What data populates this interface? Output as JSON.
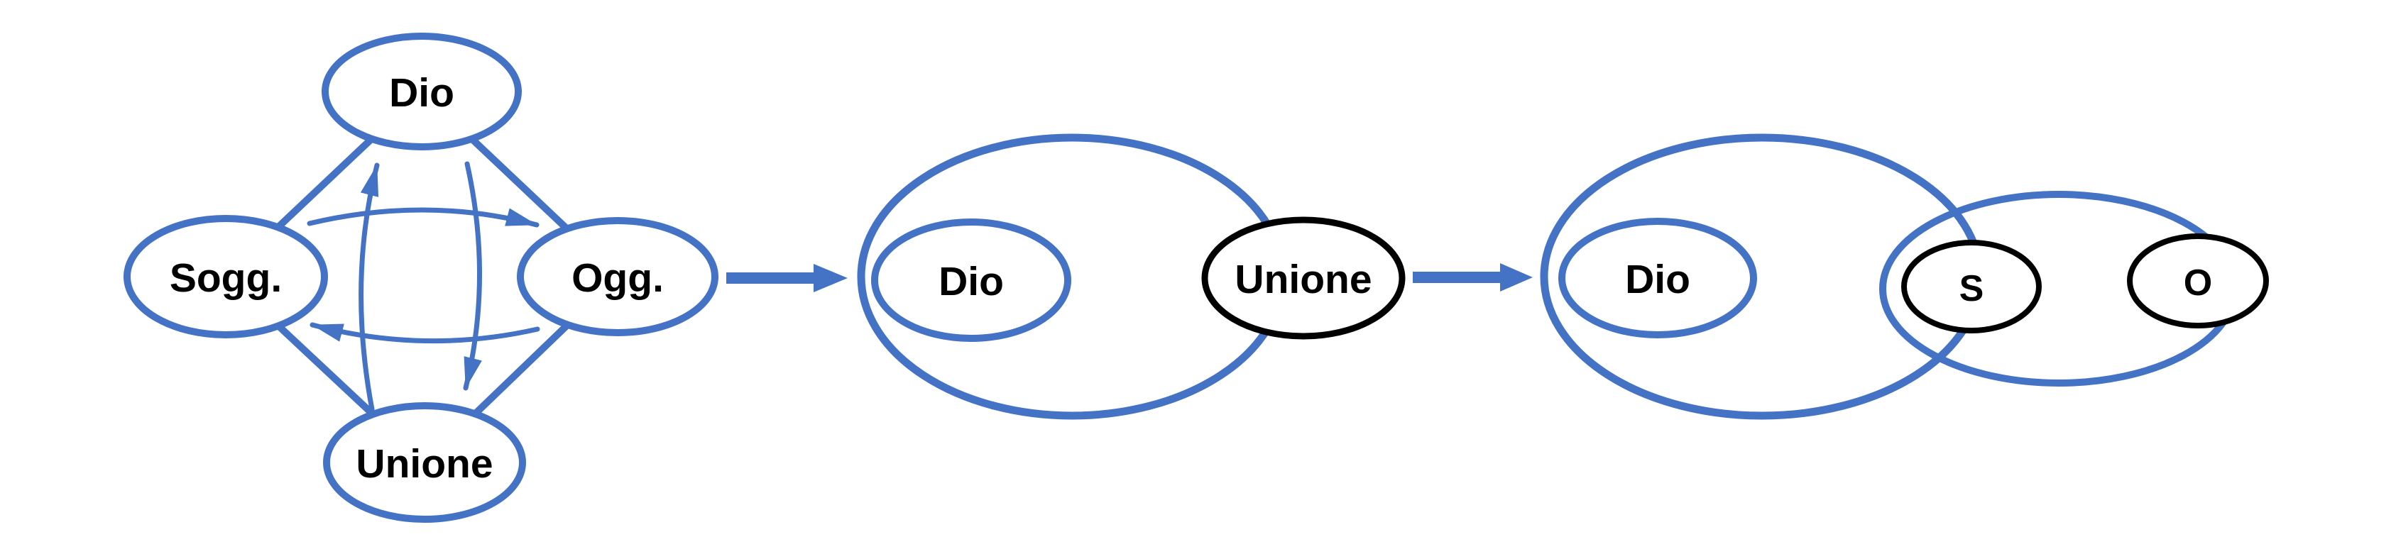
{
  "colors": {
    "accent_blue": "#4472C4",
    "outline_black": "#000000",
    "text": "#000000",
    "background": "#FFFFFF"
  },
  "diagram": {
    "description": "Three-stage diagram of Dio / Soggetto / Oggetto / Unione, read left to right",
    "stage1": {
      "name": "diamond-of-four",
      "nodes": [
        {
          "id": "dio",
          "label": "Dio",
          "outline": "blue"
        },
        {
          "id": "sogg",
          "label": "Sogg.",
          "outline": "blue"
        },
        {
          "id": "ogg",
          "label": "Ogg.",
          "outline": "blue"
        },
        {
          "id": "unione",
          "label": "Unione",
          "outline": "blue"
        }
      ],
      "edges": [
        [
          "dio",
          "sogg"
        ],
        [
          "dio",
          "ogg"
        ],
        [
          "sogg",
          "unione"
        ],
        [
          "ogg",
          "unione"
        ]
      ],
      "cycle_arrows": [
        {
          "from": "unione",
          "to": "dio"
        },
        {
          "from": "dio",
          "to": "unione"
        },
        {
          "from": "sogg",
          "to": "ogg"
        },
        {
          "from": "ogg",
          "to": "sogg"
        }
      ]
    },
    "transition_arrows": [
      {
        "from": "stage1",
        "to": "stage2"
      },
      {
        "from": "stage2",
        "to": "stage3"
      }
    ],
    "stage2": {
      "name": "dio-ellipse-with-unione-on-boundary",
      "outer": {
        "outline": "blue"
      },
      "nodes": [
        {
          "id": "dio",
          "label": "Dio",
          "outline": "blue",
          "position": "inside-left"
        },
        {
          "id": "unione",
          "label": "Unione",
          "outline": "black",
          "position": "on-right-boundary"
        }
      ]
    },
    "stage3": {
      "name": "dio-ellipse-overlapping-s-o-ellipse",
      "outer": {
        "outline": "blue"
      },
      "overlap_ellipse": {
        "outline": "blue"
      },
      "nodes": [
        {
          "id": "dio",
          "label": "Dio",
          "outline": "blue",
          "position": "inside-left"
        },
        {
          "id": "s",
          "label": "S",
          "outline": "black",
          "position": "on-overlap-boundary"
        },
        {
          "id": "o",
          "label": "O",
          "outline": "black",
          "position": "on-right-boundary"
        }
      ]
    }
  }
}
